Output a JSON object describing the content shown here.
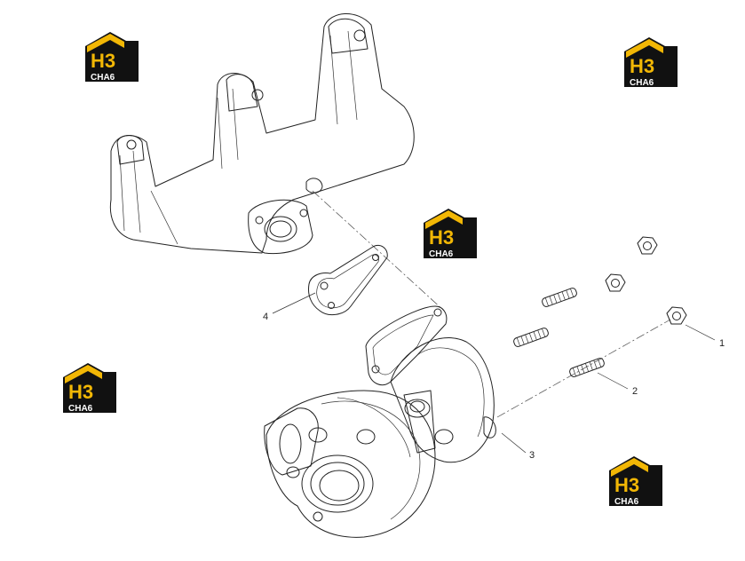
{
  "watermark": {
    "text_top": "H3",
    "text_bottom": "CHA6",
    "colors": {
      "roof": "#f2b705",
      "box": "#111111",
      "letters_yellow": "#f2b705",
      "letters_white": "#ffffff"
    }
  },
  "callouts": [
    {
      "label": "1"
    },
    {
      "label": "2"
    },
    {
      "label": "3"
    },
    {
      "label": "4"
    }
  ],
  "parts": {
    "manifold": "exhaust-manifold",
    "gasket": "gasket",
    "turbocharger": "turbocharger",
    "studs": "stud",
    "nuts": "nut"
  }
}
